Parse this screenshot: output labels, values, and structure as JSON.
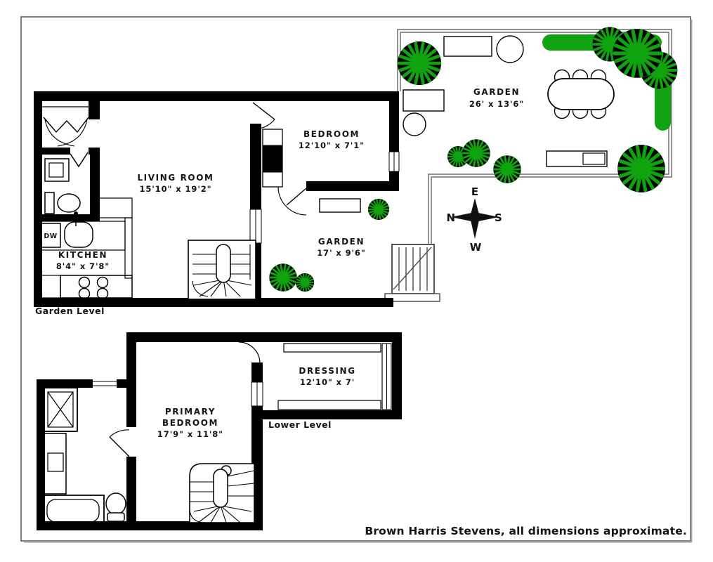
{
  "page": {
    "footer": "Brown Harris Stevens, all dimensions approximate."
  },
  "levels": {
    "garden": "Garden Level",
    "lower": "Lower Level"
  },
  "rooms": {
    "living_room": {
      "name": "LIVING ROOM",
      "dims": "15'10\" x 19'2\""
    },
    "bedroom": {
      "name": "BEDROOM",
      "dims": "12'10\" x 7'1\""
    },
    "kitchen": {
      "name": "KITCHEN",
      "dims": "8'4\" x 7'8\""
    },
    "garden_small": {
      "name": "GARDEN",
      "dims": "17' x 9'6\""
    },
    "garden_large": {
      "name": "GARDEN",
      "dims": "26' x 13'6\""
    },
    "primary_bedroom": {
      "line1": "PRIMARY",
      "line2": "BEDROOM",
      "dims": "17'9\" x 11'8\""
    },
    "dressing": {
      "name": "DRESSING",
      "dims": "12'10\" x 7'"
    }
  },
  "appliances": {
    "dishwasher": "DW"
  },
  "compass": {
    "n": "N",
    "s": "S",
    "e": "E",
    "w": "W"
  },
  "colors": {
    "wall": "#000000",
    "tree_green": "#0FA30F",
    "hedge_green": "#12A312",
    "outdoor_line": "#6B6B6B"
  }
}
